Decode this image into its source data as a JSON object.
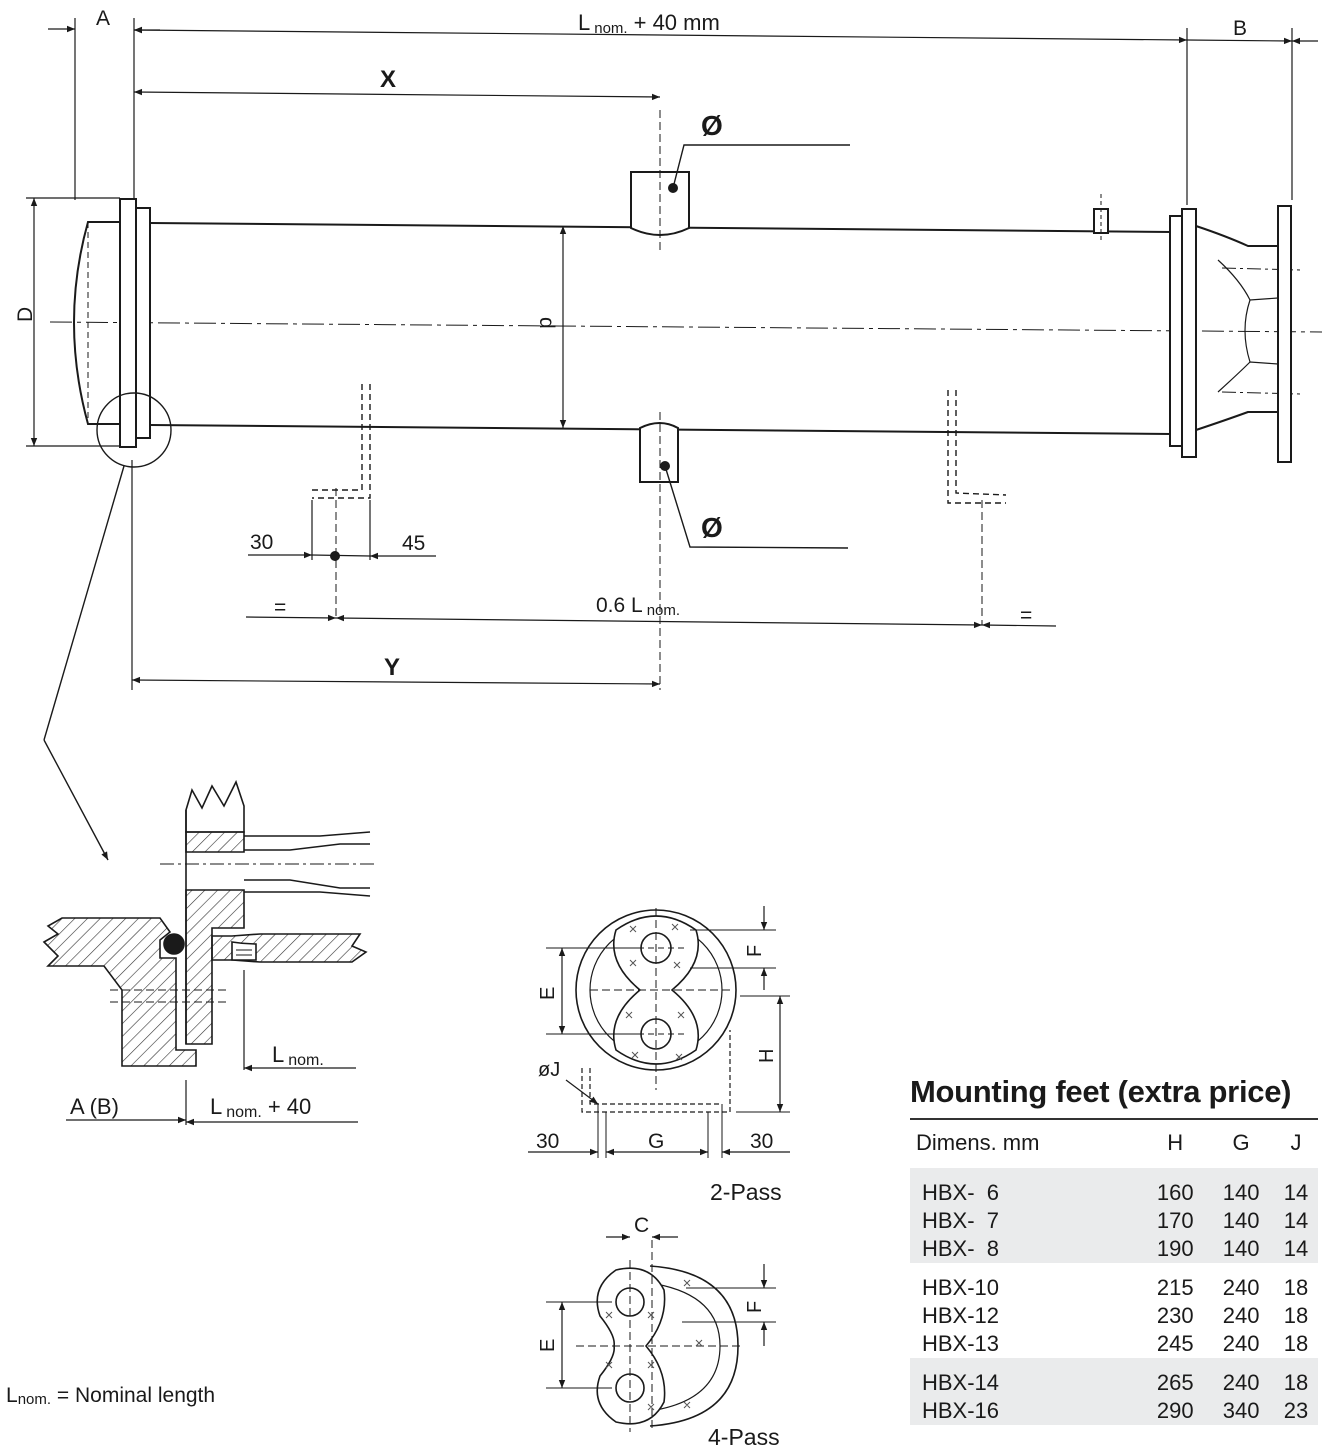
{
  "drawing": {
    "dim_A": "A",
    "dim_B": "B",
    "dim_L_main": "L",
    "dim_L_sub": "nom.",
    "dim_L_suffix": "+ 40 mm",
    "dim_X": "X",
    "dim_Y": "Y",
    "dim_D": "D",
    "dim_d": "d",
    "dia_symbol": "Ø",
    "dim_30": "30",
    "dim_45": "45",
    "dim_eq": "=",
    "dim_06_main": "0.6 L",
    "dim_06_sub": "nom.",
    "detail_AB": "A (B)",
    "detail_Lnom_main": "L",
    "detail_Lnom_sub": "nom.",
    "detail_Lplus_main": "L",
    "detail_Lplus_sub": "nom.",
    "detail_Lplus_suffix": "+ 40",
    "pass2_E": "E",
    "pass2_F": "F",
    "pass2_H": "H",
    "pass2_J": "øJ",
    "pass2_G": "G",
    "pass2_30a": "30",
    "pass2_30b": "30",
    "pass2_label": "2-Pass",
    "pass4_C": "C",
    "pass4_E": "E",
    "pass4_F": "F",
    "pass4_label": "4-Pass"
  },
  "mounting_feet": {
    "title": "Mounting feet (extra price)",
    "headers": [
      "Dimens. mm",
      "H",
      "G",
      "J"
    ],
    "rows": [
      [
        "HBX-  6",
        "160",
        "140",
        "14"
      ],
      [
        "HBX-  7",
        "170",
        "140",
        "14"
      ],
      [
        "HBX-  8",
        "190",
        "140",
        "14"
      ],
      [
        "HBX-10",
        "215",
        "240",
        "18"
      ],
      [
        "HBX-12",
        "230",
        "240",
        "18"
      ],
      [
        "HBX-13",
        "245",
        "240",
        "18"
      ],
      [
        "HBX-14",
        "265",
        "240",
        "18"
      ],
      [
        "HBX-16",
        "290",
        "340",
        "23"
      ]
    ]
  },
  "footnote": {
    "main": "L",
    "sub": "nom.",
    "suffix": "= Nominal length"
  }
}
